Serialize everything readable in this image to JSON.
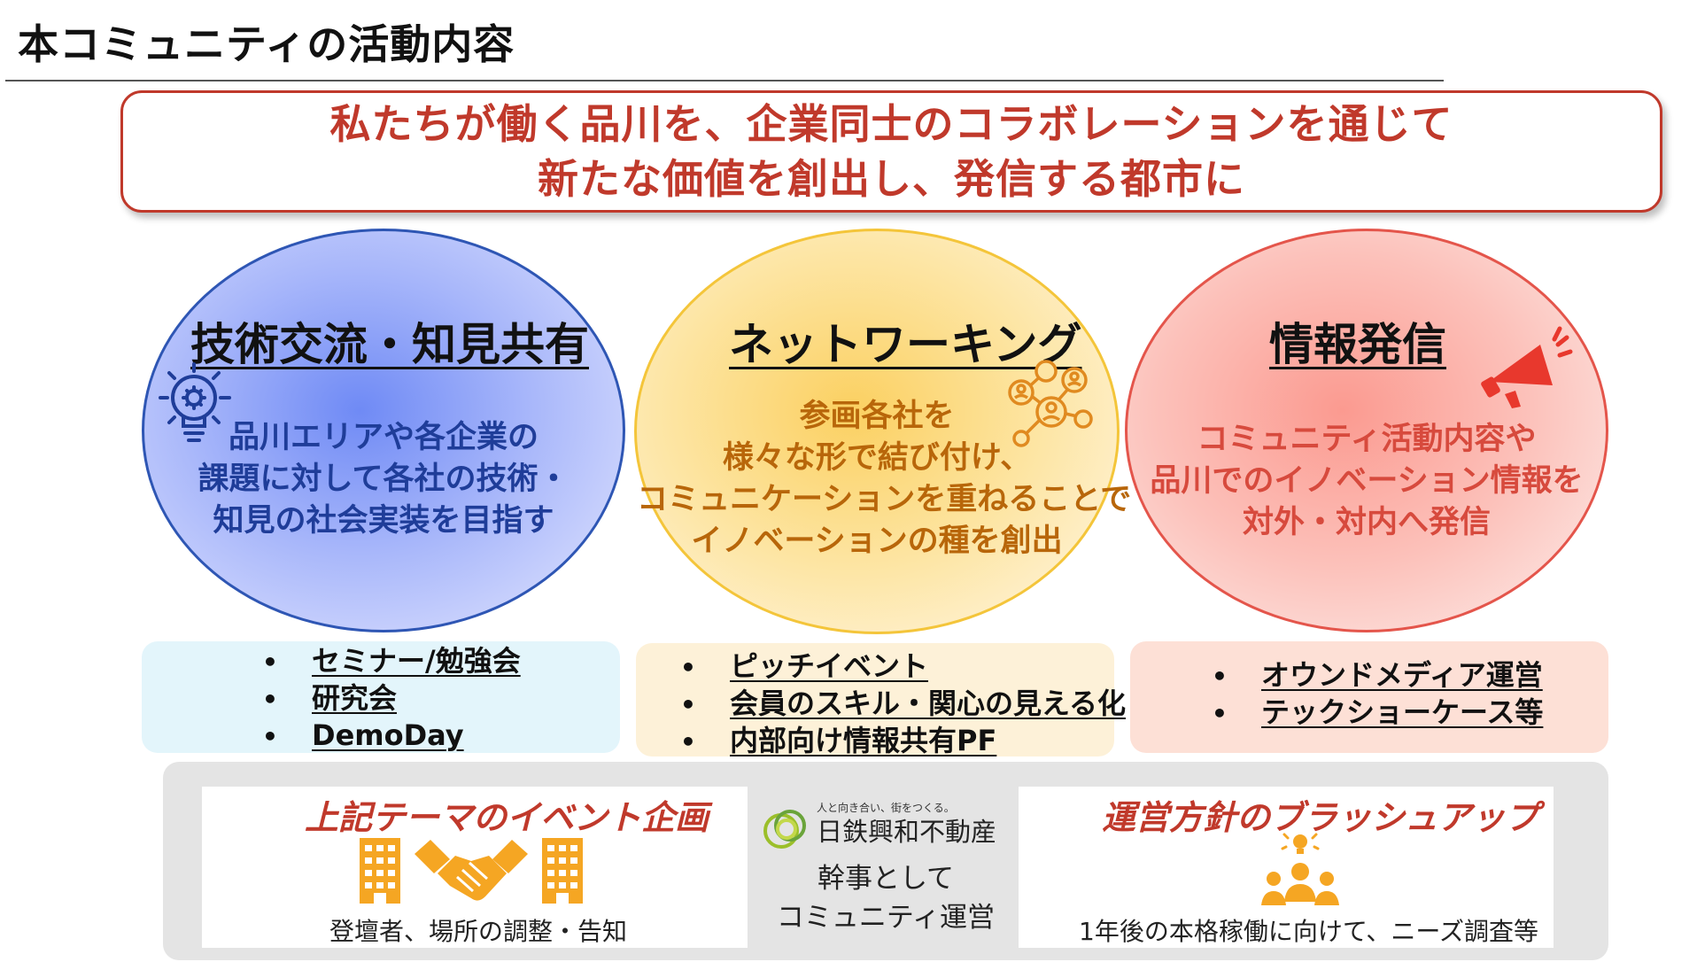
{
  "page_title": "本コミュニティの活動内容",
  "mission": {
    "line1": "私たちが働く品川を、企業同士のコラボレーションを通じて",
    "line2": "新たな価値を創出し、発信する都市に"
  },
  "circles": {
    "tech": {
      "title": "技術交流・知見共有",
      "lines": [
        "品川エリアや各企業の",
        "課題に対して各社の技術・",
        "知見の社会実装を目指す"
      ],
      "icon": "lightbulb-gear-icon",
      "color": "#2e56b4"
    },
    "net": {
      "title": "ネットワーキング",
      "lines": [
        "参画各社を",
        "様々な形で結び付け、",
        "コミュニケーションを重ねることで",
        "イノベーションの種を創出"
      ],
      "icon": "people-network-icon",
      "color": "#f4b43a"
    },
    "info": {
      "title": "情報発信",
      "lines": [
        "コミュニティ活動内容や",
        "品川でのイノベーション情報を",
        "対外・対内へ発信"
      ],
      "icon": "megaphone-icon",
      "color": "#e4554b"
    }
  },
  "bullets": {
    "tech": [
      "セミナー/勉強会",
      "研究会",
      "DemoDay"
    ],
    "net": [
      "ピッチイベント",
      "会員のスキル・関心の見える化",
      "内部向け情報共有PF"
    ],
    "info": [
      "オウンドメディア運営",
      "テックショーケース等"
    ],
    "dot": "•"
  },
  "bottom": {
    "events": {
      "heading": "上記テーマのイベント企画",
      "caption": "登壇者、場所の調整・告知",
      "icons": [
        "building-icon",
        "handshake-icon",
        "building-icon"
      ]
    },
    "organizer": {
      "tagline": "人と向き合い、街をつくる。",
      "name": "日鉄興和不動産",
      "role_line1": "幹事として",
      "role_line2": "コミュニティ運営"
    },
    "policy": {
      "heading": "運営方針のブラッシュアップ",
      "caption": "1年後の本格稼働に向けて、ニーズ調査等",
      "icon": "team-idea-icon"
    }
  },
  "colors": {
    "accent_red": "#c0392b",
    "icon_orange": "#f5a623"
  }
}
